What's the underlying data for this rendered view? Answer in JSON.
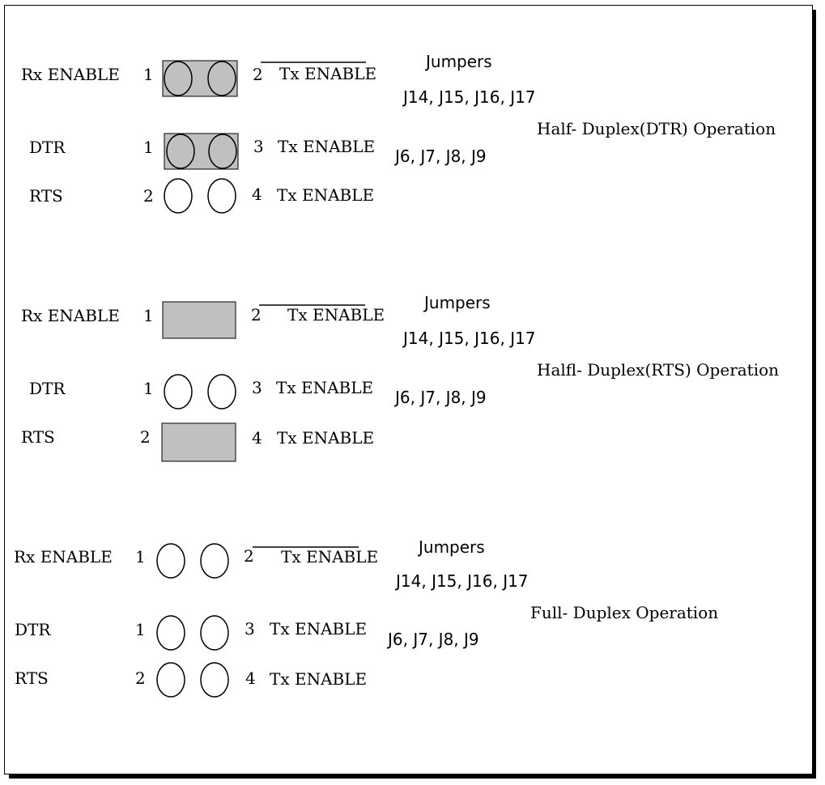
{
  "sections": [
    {
      "mode_label": "Half- Duplex(DTR) Operation",
      "jumpers_title": "Jumpers",
      "jumpers_group_a": "J14, J15, J16, J17",
      "jumpers_group_b": "J6, J7, J8, J9",
      "rows": [
        {
          "left_label": "Rx ENABLE",
          "left_pin": "1",
          "right_pin": "2",
          "right_label": "Tx ENABLE",
          "shunted": true,
          "pin_style": "circles"
        },
        {
          "left_label": "DTR",
          "left_pin": "1",
          "right_pin": "3",
          "right_label": "Tx ENABLE",
          "shunted": true,
          "pin_style": "circles"
        },
        {
          "left_label": "RTS",
          "left_pin": "2",
          "right_pin": "4",
          "right_label": "Tx ENABLE",
          "shunted": false,
          "pin_style": "circles"
        }
      ]
    },
    {
      "mode_label": "Halfl- Duplex(RTS) Operation",
      "jumpers_title": "Jumpers",
      "jumpers_group_a": "J14, J15, J16, J17",
      "jumpers_group_b": "J6, J7, J8, J9",
      "rows": [
        {
          "left_label": "Rx ENABLE",
          "left_pin": "1",
          "right_pin": "2",
          "right_label": "Tx ENABLE",
          "shunted": true,
          "pin_style": "block"
        },
        {
          "left_label": "DTR",
          "left_pin": "1",
          "right_pin": "3",
          "right_label": "Tx ENABLE",
          "shunted": false,
          "pin_style": "circles"
        },
        {
          "left_label": "RTS",
          "left_pin": "2",
          "right_pin": "4",
          "right_label": "Tx ENABLE",
          "shunted": true,
          "pin_style": "block"
        }
      ]
    },
    {
      "mode_label": "Full- Duplex Operation",
      "jumpers_title": "Jumpers",
      "jumpers_group_a": "J14, J15, J16, J17",
      "jumpers_group_b": "J6, J7, J8, J9",
      "rows": [
        {
          "left_label": "Rx ENABLE",
          "left_pin": "1",
          "right_pin": "2",
          "right_label": "Tx ENABLE",
          "shunted": false,
          "pin_style": "circles"
        },
        {
          "left_label": "DTR",
          "left_pin": "1",
          "right_pin": "3",
          "right_label": "Tx ENABLE",
          "shunted": false,
          "pin_style": "circles"
        },
        {
          "left_label": "RTS",
          "left_pin": "2",
          "right_pin": "4",
          "right_label": "Tx ENABLE",
          "shunted": false,
          "pin_style": "circles"
        }
      ]
    }
  ],
  "colors": {
    "shunt_fill": "#c0c0c0",
    "stroke": "#000000",
    "background": "#ffffff"
  }
}
